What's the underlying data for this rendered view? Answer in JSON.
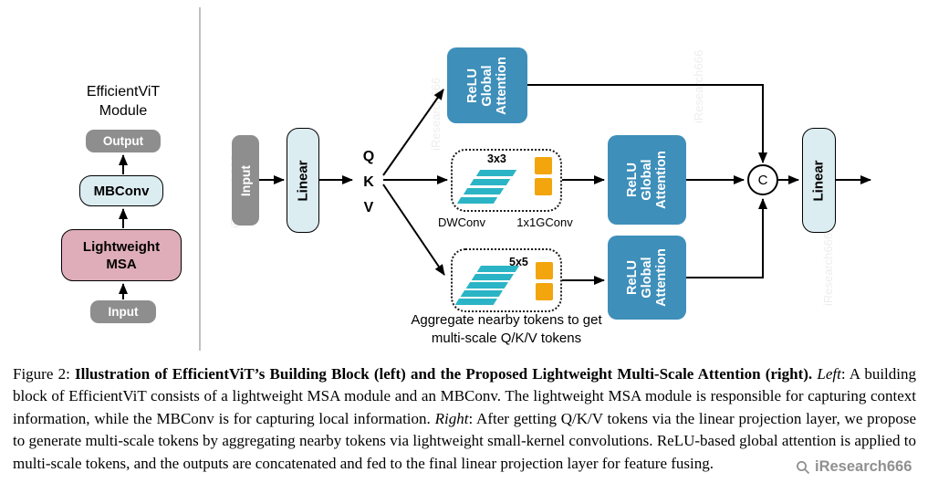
{
  "colors": {
    "gray_box": "#8E8E8E",
    "light_blue_box": "#DCEDF2",
    "pink_box": "#DFADB9",
    "teal_box": "#3E8FBA",
    "conv_plate": "#2BB4C5",
    "orange_square": "#F2A50C"
  },
  "left_panel": {
    "title": "EfficientViT\nModule",
    "output_label": "Output",
    "mbconv_label": "MBConv",
    "msa_label": "Lightweight\nMSA",
    "input_label": "Input"
  },
  "right_panel": {
    "input_label": "Input",
    "linear_in_label": "Linear",
    "qkv_label": "Q\nK\nV",
    "relu_top_label": "ReLU\nGlobal\nAttention",
    "relu_mid_label": "ReLU\nGlobal\nAttention",
    "relu_bottom_label": "ReLU\nGlobal\nAttention",
    "kernel_mid_label": "3x3",
    "kernel_bottom_label": "5x5",
    "dwconv_label": "DWConv",
    "gconv_label": "1x1GConv",
    "concat_label": "C",
    "linear_out_label": "Linear",
    "aggregate_note": "Aggregate nearby tokens to get\nmulti-scale Q/K/V tokens"
  },
  "caption": {
    "segments": [
      {
        "text": "Figure 2: ",
        "style": "normal"
      },
      {
        "text": "Illustration of EfficientViT’s Building Block (left) and the Proposed Lightweight Multi-Scale Attention (right).",
        "style": "bold"
      },
      {
        "text": " ",
        "style": "normal"
      },
      {
        "text": "Left",
        "style": "italic"
      },
      {
        "text": ": A building block of EfficientViT consists of a lightweight MSA module and an MBConv. The lightweight MSA module is responsible for capturing context information, while the MBConv is for capturing local information. ",
        "style": "normal"
      },
      {
        "text": "Right",
        "style": "italic"
      },
      {
        "text": ": After getting Q/K/V tokens via the linear projection layer, we propose to generate multi-scale tokens by aggregating nearby tokens via lightweight small-kernel convolutions. ReLU-based global attention is applied to multi-scale tokens, and the outputs are concatenated and fed to the final linear projection layer for feature fusing.",
        "style": "normal"
      }
    ]
  },
  "watermark": {
    "text": "iResearch666"
  }
}
